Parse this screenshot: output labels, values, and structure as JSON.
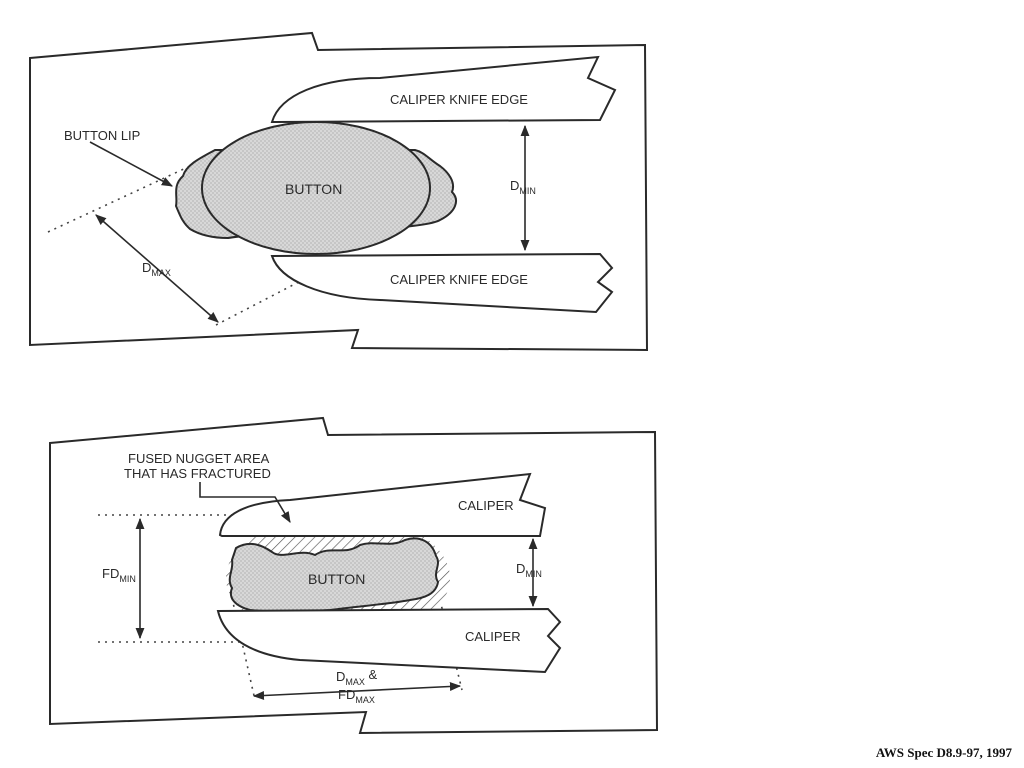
{
  "top_figure": {
    "caliper_upper_label": "CALIPER KNIFE EDGE",
    "caliper_lower_label": "CALIPER KNIFE EDGE",
    "button_label": "BUTTON",
    "button_lip_label": "BUTTON LIP",
    "dmin": {
      "main": "D",
      "sub": "MIN"
    },
    "dmax": {
      "main": "D",
      "sub": "MAX"
    }
  },
  "bottom_figure": {
    "fused_label_line1": "FUSED NUGGET AREA",
    "fused_label_line2": "THAT HAS FRACTURED",
    "caliper_upper_label": "CALIPER",
    "caliper_lower_label": "CALIPER",
    "button_label": "BUTTON",
    "fdmin": {
      "main": "FD",
      "sub": "MIN"
    },
    "dmin": {
      "main": "D",
      "sub": "MIN"
    },
    "dmax_fdmax_line1": {
      "main": "D",
      "sub": "MAX",
      "suffix": " &"
    },
    "dmax_fdmax_line2": {
      "main": "FD",
      "sub": "MAX"
    }
  },
  "source": "AWS Spec D8.9-97, 1997",
  "colors": {
    "line": "#2a2a2a",
    "button_fill": "#d2d2d2",
    "background": "#ffffff"
  }
}
